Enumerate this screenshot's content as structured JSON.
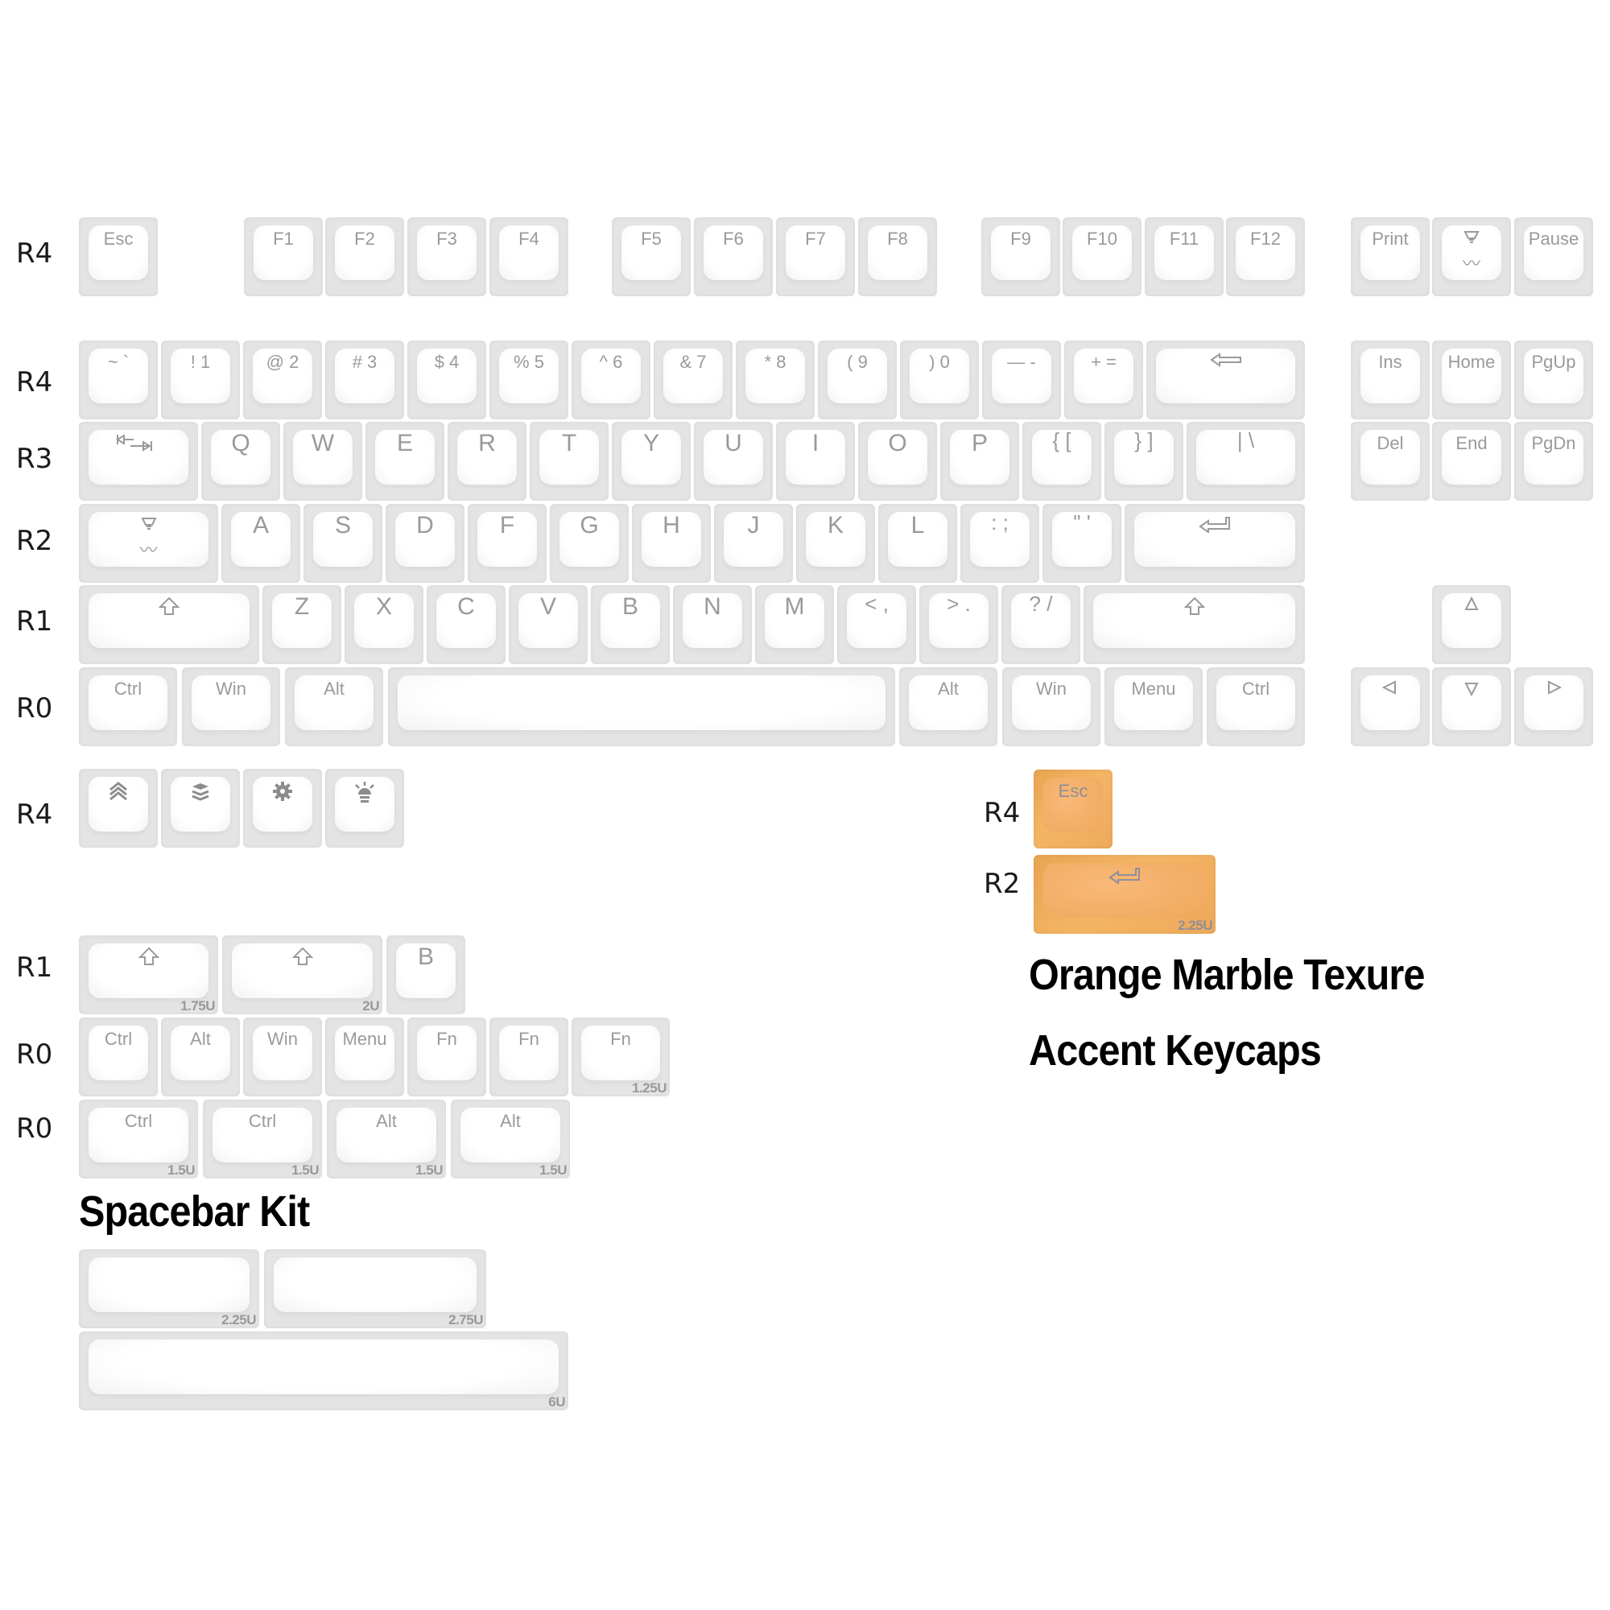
{
  "row_labels": {
    "fn": "R4",
    "num": "R4",
    "qwerty": "R3",
    "home": "R2",
    "shift": "R1",
    "bottom": "R0",
    "extra_r4": "R4",
    "extra_r1": "R1",
    "extra_r0a": "R0",
    "extra_r0b": "R0",
    "orange_r4": "R4",
    "orange_r2": "R2"
  },
  "function_row": [
    "Esc",
    "F1",
    "F2",
    "F3",
    "F4",
    "F5",
    "F6",
    "F7",
    "F8",
    "F9",
    "F10",
    "F11",
    "F12",
    "Print",
    "light-icon",
    "Pause"
  ],
  "number_row": [
    "~ `",
    "! 1",
    "@ 2",
    "# 3",
    "$ 4",
    "% 5",
    "^ 6",
    "& 7",
    "* 8",
    "( 9",
    ") 0",
    "— -",
    "+ =",
    "backspace-icon"
  ],
  "nav_top": [
    "Ins",
    "Home",
    "PgUp"
  ],
  "nav_bottom": [
    "Del",
    "End",
    "PgDn"
  ],
  "qwerty_row": [
    "tab-icon",
    "Q",
    "W",
    "E",
    "R",
    "T",
    "Y",
    "U",
    "I",
    "O",
    "P",
    "{ [",
    "} ]",
    "| \\"
  ],
  "home_row": [
    "caps-icon",
    "A",
    "S",
    "D",
    "F",
    "G",
    "H",
    "J",
    "K",
    "L",
    ": ;",
    "\" '",
    "enter-icon"
  ],
  "shift_row": [
    "shift-icon",
    "Z",
    "X",
    "C",
    "V",
    "B",
    "N",
    "M",
    "< ,",
    "> .",
    "? /",
    "shift-icon"
  ],
  "bottom_row": [
    "Ctrl",
    "Win",
    "Alt",
    "",
    "Alt",
    "Win",
    "Menu",
    "Ctrl"
  ],
  "arrows": [
    "up-arrow",
    "left-arrow",
    "down-arrow",
    "right-arrow"
  ],
  "extra_r4": [
    "layer-up-icon",
    "layers-icon",
    "gear-icon",
    "backlight-icon"
  ],
  "extra_r1": [
    {
      "legend": "shift-icon",
      "size": "1.75U"
    },
    {
      "legend": "shift-icon",
      "size": "2U"
    },
    {
      "legend": "B",
      "size": ""
    }
  ],
  "extra_r0a": [
    {
      "legend": "Ctrl",
      "size": ""
    },
    {
      "legend": "Alt",
      "size": ""
    },
    {
      "legend": "Win",
      "size": ""
    },
    {
      "legend": "Menu",
      "size": ""
    },
    {
      "legend": "Fn",
      "size": ""
    },
    {
      "legend": "Fn",
      "size": ""
    },
    {
      "legend": "Fn",
      "size": "1.25U"
    }
  ],
  "extra_r0b": [
    {
      "legend": "Ctrl",
      "size": "1.5U"
    },
    {
      "legend": "Ctrl",
      "size": "1.5U"
    },
    {
      "legend": "Alt",
      "size": "1.5U"
    },
    {
      "legend": "Alt",
      "size": "1.5U"
    }
  ],
  "spacebar_kit": {
    "title": "Spacebar Kit",
    "keys": [
      {
        "size": "2.25U"
      },
      {
        "size": "2.75U"
      },
      {
        "size": "6U"
      }
    ]
  },
  "orange_accent": {
    "title_line1": "Orange Marble Texure",
    "title_line2": "Accent Keycaps",
    "esc": {
      "legend": "Esc"
    },
    "enter": {
      "legend": "enter-icon",
      "size": "2.25U"
    },
    "color": "#f2b064"
  }
}
